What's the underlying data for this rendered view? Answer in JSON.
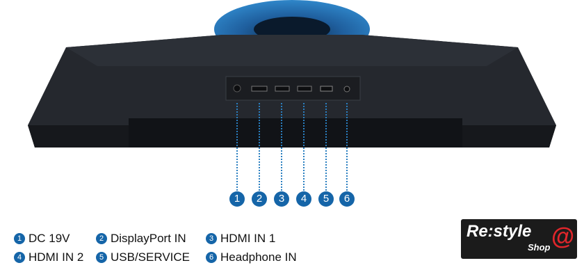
{
  "callouts": [
    "1",
    "2",
    "3",
    "4",
    "5",
    "6"
  ],
  "legend": [
    {
      "num": "1",
      "label": "DC 19V"
    },
    {
      "num": "2",
      "label": "DisplayPort IN"
    },
    {
      "num": "3",
      "label": "HDMI IN 1"
    },
    {
      "num": "4",
      "label": "HDMI IN 2"
    },
    {
      "num": "5",
      "label": "USB/SERVICE"
    },
    {
      "num": "6",
      "label": "Headphone IN"
    }
  ],
  "logo": {
    "main": "Re:style",
    "sub": "Shop",
    "symbol": "@"
  },
  "colors": {
    "accent": "#1565a8",
    "monitor": "#24272c",
    "stand": "#1f5f9e",
    "logo_bg": "#1b1b1b",
    "logo_red": "#e0262b"
  }
}
